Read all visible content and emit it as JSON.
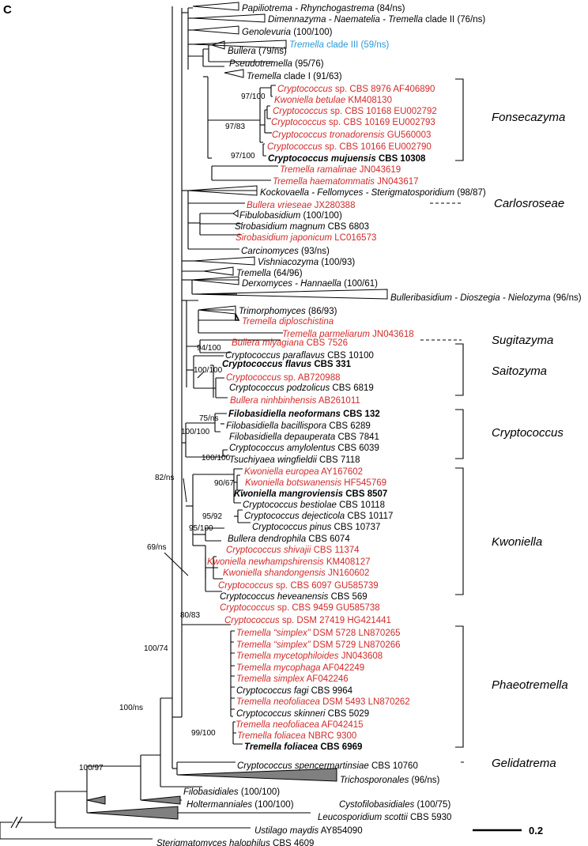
{
  "panel_label": "C",
  "scale_label": "0.2",
  "colors": {
    "red": "#d32a2a",
    "blue": "#2a9ad6",
    "black": "#000000",
    "collapsed_fill": "#808080"
  },
  "taxa": [
    {
      "key": "papiliotrema",
      "parts": [
        {
          "t": "Papiliotrema - Rhynchogastrema",
          "i": true
        },
        {
          "t": " (84/ns)"
        }
      ]
    },
    {
      "key": "dimennazyma",
      "parts": [
        {
          "t": "Dimennazyma - Naematelia - Tremella",
          "i": true
        },
        {
          "t": " clade II (76/ns)"
        }
      ]
    },
    {
      "key": "genolevuria",
      "parts": [
        {
          "t": "Genolevuria",
          "i": true
        },
        {
          "t": " (100/100)"
        }
      ]
    },
    {
      "key": "tremella3",
      "color": "blue",
      "parts": [
        {
          "t": "Tremella",
          "i": true
        },
        {
          "t": " clade III (59/ns)"
        }
      ]
    },
    {
      "key": "bullera",
      "parts": [
        {
          "t": "Bullera",
          "i": true
        },
        {
          "t": " (79/ns)"
        }
      ]
    },
    {
      "key": "pseudotremella",
      "parts": [
        {
          "t": "Pseudotremella",
          "i": true
        },
        {
          "t": " (95/76)"
        }
      ]
    },
    {
      "key": "tremella1",
      "parts": [
        {
          "t": "Tremella",
          "i": true
        },
        {
          "t": " clade I (91/63)"
        }
      ]
    },
    {
      "key": "cr8976",
      "color": "red",
      "parts": [
        {
          "t": "Cryptococcus",
          "i": true
        },
        {
          "t": " sp. CBS 8976 AF406890"
        }
      ]
    },
    {
      "key": "kwbetulae",
      "color": "red",
      "parts": [
        {
          "t": "Kwoniella betulae",
          "i": true
        },
        {
          "t": " KM408130"
        }
      ]
    },
    {
      "key": "cr10168",
      "color": "red",
      "parts": [
        {
          "t": "Cryptococcus",
          "i": true
        },
        {
          "t": " sp. CBS 10168 EU002792"
        }
      ]
    },
    {
      "key": "cr10169",
      "color": "red",
      "parts": [
        {
          "t": "Cryptococcus",
          "i": true
        },
        {
          "t": " sp. CBS 10169 EU002793"
        }
      ]
    },
    {
      "key": "crtronad",
      "color": "red",
      "parts": [
        {
          "t": "Cryptococcus tronadorensis",
          "i": true
        },
        {
          "t": " GU560003"
        }
      ]
    },
    {
      "key": "cr10166",
      "color": "red",
      "parts": [
        {
          "t": "Cryptococcus",
          "i": true
        },
        {
          "t": " sp. CBS 10166 EU002790"
        }
      ]
    },
    {
      "key": "crmujuensis",
      "bold": true,
      "parts": [
        {
          "t": "Cryptococcus mujuensis",
          "i": true
        },
        {
          "t": " CBS 10308"
        }
      ]
    },
    {
      "key": "trramalinae",
      "color": "red",
      "parts": [
        {
          "t": "Tremella ramalinae",
          "i": true
        },
        {
          "t": " JN043619"
        }
      ]
    },
    {
      "key": "trhaemat",
      "color": "red",
      "parts": [
        {
          "t": "Tremella haematommatis",
          "i": true
        },
        {
          "t": " JN043617"
        }
      ]
    },
    {
      "key": "kockovaella",
      "parts": [
        {
          "t": "Kockovaella - Fellomyces - Sterigmatosporidium",
          "i": true
        },
        {
          "t": " (98/87)"
        }
      ]
    },
    {
      "key": "buvrieseae",
      "color": "red",
      "parts": [
        {
          "t": "Bullera vrieseae",
          "i": true
        },
        {
          "t": " JX280388"
        }
      ]
    },
    {
      "key": "fibulobasidium",
      "parts": [
        {
          "t": "Fibulobasidium",
          "i": true
        },
        {
          "t": " (100/100)"
        }
      ]
    },
    {
      "key": "simagnum",
      "parts": [
        {
          "t": "Sirobasidium magnum",
          "i": true
        },
        {
          "t": " CBS 6803"
        }
      ]
    },
    {
      "key": "sijaponicum",
      "color": "red",
      "parts": [
        {
          "t": "Sirobasidium japonicum",
          "i": true
        },
        {
          "t": " LC016573"
        }
      ]
    },
    {
      "key": "carcinomyces",
      "parts": [
        {
          "t": "Carcinomyces",
          "i": true
        },
        {
          "t": " (93/ns)"
        }
      ]
    },
    {
      "key": "vishniacozyma",
      "parts": [
        {
          "t": "Vishniacozyma",
          "i": true
        },
        {
          "t": " (100/93)"
        }
      ]
    },
    {
      "key": "tremella",
      "parts": [
        {
          "t": "Tremella",
          "i": true
        },
        {
          "t": " (64/96)"
        }
      ]
    },
    {
      "key": "derxomyces",
      "parts": [
        {
          "t": "Derxomyces - Hannaella",
          "i": true
        },
        {
          "t": " (100/61)"
        }
      ]
    },
    {
      "key": "bulleribasidium",
      "parts": [
        {
          "t": "Bulleribasidium - Dioszegia - Nielozyma",
          "i": true
        },
        {
          "t": " (96/ns)"
        }
      ]
    },
    {
      "key": "trimorphomyces",
      "parts": [
        {
          "t": "Trimorphomyces",
          "i": true
        },
        {
          "t": " (86/93)"
        }
      ]
    },
    {
      "key": "trdiploschistina",
      "color": "red",
      "parts": [
        {
          "t": "Tremella diploschistina",
          "i": true
        }
      ]
    },
    {
      "key": "trparmeliarum",
      "color": "red",
      "parts": [
        {
          "t": "Tremella parmeliarum",
          "i": true
        },
        {
          "t": " JN043618"
        }
      ]
    },
    {
      "key": "bumiyagiana",
      "color": "red",
      "parts": [
        {
          "t": "Bullera miyagiana",
          "i": true
        },
        {
          "t": " CBS 7526"
        }
      ]
    },
    {
      "key": "crparaflavus",
      "parts": [
        {
          "t": "Cryptococcus paraflavus",
          "i": true
        },
        {
          "t": " CBS 10100"
        }
      ]
    },
    {
      "key": "crflavus",
      "bold": true,
      "parts": [
        {
          "t": "Cryptococcus flavus",
          "i": true
        },
        {
          "t": " CBS 331"
        }
      ]
    },
    {
      "key": "crAB720988",
      "color": "red",
      "parts": [
        {
          "t": "Cryptococcus",
          "i": true
        },
        {
          "t": " sp. AB720988"
        }
      ]
    },
    {
      "key": "crpodzolicus",
      "parts": [
        {
          "t": "Cryptococcus podzolicus",
          "i": true
        },
        {
          "t": " CBS 6819"
        }
      ]
    },
    {
      "key": "buninhbinhensis",
      "color": "red",
      "parts": [
        {
          "t": "Bullera ninhbinhensis",
          "i": true
        },
        {
          "t": " AB261011"
        }
      ]
    },
    {
      "key": "fineoformans",
      "bold": true,
      "parts": [
        {
          "t": "Filobasidiella neoformans",
          "i": true
        },
        {
          "t": " CBS 132"
        }
      ]
    },
    {
      "key": "fibacillispora",
      "parts": [
        {
          "t": "Filobasidiella bacillispora",
          "i": true
        },
        {
          "t": " CBS 6289"
        }
      ]
    },
    {
      "key": "fidepauperata",
      "parts": [
        {
          "t": "Filobasidiella depauperata",
          "i": true
        },
        {
          "t": " CBS 7841"
        }
      ]
    },
    {
      "key": "cramylolentus",
      "parts": [
        {
          "t": "Cryptococcus amylolentus",
          "i": true
        },
        {
          "t": " CBS 6039"
        }
      ]
    },
    {
      "key": "tswingfieldii",
      "parts": [
        {
          "t": "Tsuchiyaea wingfieldii",
          "i": true
        },
        {
          "t": " CBS 7118"
        }
      ]
    },
    {
      "key": "kweuropea",
      "color": "red",
      "parts": [
        {
          "t": "Kwoniella europea",
          "i": true
        },
        {
          "t": " AY167602"
        }
      ]
    },
    {
      "key": "kwbotswanensis",
      "color": "red",
      "parts": [
        {
          "t": "Kwoniella botswanensis",
          "i": true
        },
        {
          "t": " HF545769"
        }
      ]
    },
    {
      "key": "kwmangrov",
      "bold": true,
      "parts": [
        {
          "t": "Kwoniella mangroviensis",
          "i": true
        },
        {
          "t": " CBS 8507"
        }
      ]
    },
    {
      "key": "crbestiolae",
      "parts": [
        {
          "t": "Cryptococcus bestiolae",
          "i": true
        },
        {
          "t": " CBS 10118"
        }
      ]
    },
    {
      "key": "crdejecticola",
      "parts": [
        {
          "t": "Cryptococcus dejecticola",
          "i": true
        },
        {
          "t": " CBS 10117"
        }
      ]
    },
    {
      "key": "crpinus",
      "parts": [
        {
          "t": "Cryptococcus pinus",
          "i": true
        },
        {
          "t": " CBS 10737"
        }
      ]
    },
    {
      "key": "budendrophila",
      "parts": [
        {
          "t": "Bullera dendrophila",
          "i": true
        },
        {
          "t": " CBS 6074"
        }
      ]
    },
    {
      "key": "crshivajii",
      "color": "red",
      "parts": [
        {
          "t": "Cryptococcus shivajii",
          "i": true
        },
        {
          "t": " CBS 11374"
        }
      ]
    },
    {
      "key": "kwnewhamp",
      "color": "red",
      "parts": [
        {
          "t": "Kwoniella newhampshirensis",
          "i": true
        },
        {
          "t": " KM408127"
        }
      ]
    },
    {
      "key": "kwshandong",
      "color": "red",
      "parts": [
        {
          "t": "Kwoniella shandongensis",
          "i": true
        },
        {
          "t": " JN160602"
        }
      ]
    },
    {
      "key": "cr6097",
      "color": "red",
      "parts": [
        {
          "t": "Cryptococcus",
          "i": true
        },
        {
          "t": " sp. CBS 6097 GU585739"
        }
      ]
    },
    {
      "key": "crheveanensis",
      "parts": [
        {
          "t": "Cryptococcus heveanensis",
          "i": true
        },
        {
          "t": " CBS 569"
        }
      ]
    },
    {
      "key": "cr9459",
      "color": "red",
      "parts": [
        {
          "t": "Cryptococcus",
          "i": true
        },
        {
          "t": " sp. CBS 9459 GU585738"
        }
      ]
    },
    {
      "key": "crdsm27419",
      "color": "red",
      "parts": [
        {
          "t": "Cryptococcus",
          "i": true
        },
        {
          "t": " sp. DSM 27419 HG421441"
        }
      ]
    },
    {
      "key": "trsimplex5728",
      "color": "red",
      "parts": [
        {
          "t": "Tremella “simplex”",
          "i": true
        },
        {
          "t": " DSM 5728 LN870265"
        }
      ]
    },
    {
      "key": "trsimplex5729",
      "color": "red",
      "parts": [
        {
          "t": "Tremella “simplex”",
          "i": true
        },
        {
          "t": " DSM 5729 LN870266"
        }
      ]
    },
    {
      "key": "trmycetophil",
      "color": "red",
      "parts": [
        {
          "t": "Tremella mycetophiloides",
          "i": true
        },
        {
          "t": " JN043608"
        }
      ]
    },
    {
      "key": "trmycophaga",
      "color": "red",
      "parts": [
        {
          "t": "Tremella mycophaga",
          "i": true
        },
        {
          "t": " AF042249"
        }
      ]
    },
    {
      "key": "trsimplex",
      "color": "red",
      "parts": [
        {
          "t": "Tremella simplex",
          "i": true
        },
        {
          "t": " AF042246"
        }
      ]
    },
    {
      "key": "crfagi",
      "parts": [
        {
          "t": "Cryptococcus fagi",
          "i": true
        },
        {
          "t": " CBS 9964"
        }
      ]
    },
    {
      "key": "trneofoldsm",
      "color": "red",
      "parts": [
        {
          "t": "Tremella neofoliacea",
          "i": true
        },
        {
          "t": " DSM 5493 LN870262"
        }
      ]
    },
    {
      "key": "crskinneri",
      "parts": [
        {
          "t": "Cryptococcus skinneri",
          "i": true
        },
        {
          "t": " CBS 5029"
        }
      ]
    },
    {
      "key": "trneofolaf",
      "color": "red",
      "parts": [
        {
          "t": "Tremella neofoliacea",
          "i": true
        },
        {
          "t": " AF042415"
        }
      ]
    },
    {
      "key": "trfoliaceanbrc",
      "color": "red",
      "parts": [
        {
          "t": "Tremella foliacea",
          "i": true
        },
        {
          "t": " NBRC 9300"
        }
      ]
    },
    {
      "key": "trfoliaceacbs",
      "bold": true,
      "parts": [
        {
          "t": "Tremella foliacea",
          "i": true
        },
        {
          "t": " CBS 6969"
        }
      ]
    },
    {
      "key": "crspencer",
      "parts": [
        {
          "t": "Cryptococcus spencermartinsiae",
          "i": true
        },
        {
          "t": " CBS 10760"
        }
      ]
    },
    {
      "key": "trichosporonales",
      "parts": [
        {
          "t": "Trichosporonales",
          "i": true
        },
        {
          "t": " (96/ns)"
        }
      ]
    },
    {
      "key": "holtermanniales",
      "parts": [
        {
          "t": "Holtermanniales",
          "i": true
        },
        {
          "t": " (100/100)"
        }
      ]
    },
    {
      "key": "filobasidiales",
      "parts": [
        {
          "t": "Filobasidiales",
          "i": true
        },
        {
          "t": " (100/100)"
        }
      ]
    },
    {
      "key": "cystofilobasidiales",
      "parts": [
        {
          "t": "Cystofilobasidiales",
          "i": true
        },
        {
          "t": " (100/75)"
        }
      ]
    },
    {
      "key": "leucosporidium",
      "parts": [
        {
          "t": "Leucosporidium scottii",
          "i": true
        },
        {
          "t": " CBS 5930"
        }
      ]
    },
    {
      "key": "ustilago",
      "parts": [
        {
          "t": "Ustilago maydis",
          "i": true
        },
        {
          "t": " AY854090"
        }
      ]
    },
    {
      "key": "sterigmatomyces",
      "parts": [
        {
          "t": "Sterigmatomyces halophilus",
          "i": true
        },
        {
          "t": " CBS 4609"
        }
      ]
    }
  ],
  "supports": [
    {
      "key": "s_97_100a",
      "text": "97/100"
    },
    {
      "key": "s_97_83",
      "text": "97/83"
    },
    {
      "key": "s_97_100b",
      "text": "97/100"
    },
    {
      "key": "s_94_100",
      "text": "94/100"
    },
    {
      "key": "s_100_100a",
      "text": "100/100"
    },
    {
      "key": "s_75_ns",
      "text": "75/ns"
    },
    {
      "key": "s_100_100b",
      "text": "100/100"
    },
    {
      "key": "s_100_100c",
      "text": "100/100"
    },
    {
      "key": "s_82_ns",
      "text": "82/ns"
    },
    {
      "key": "s_90_67",
      "text": "90/67"
    },
    {
      "key": "s_95_92",
      "text": "95/92"
    },
    {
      "key": "s_95_100",
      "text": "95/100"
    },
    {
      "key": "s_69_ns",
      "text": "69/ns"
    },
    {
      "key": "s_80_83",
      "text": "80/83"
    },
    {
      "key": "s_100_74",
      "text": "100/74"
    },
    {
      "key": "s_100_ns",
      "text": "100/ns"
    },
    {
      "key": "s_99_100",
      "text": "99/100"
    },
    {
      "key": "s_100_97",
      "text": "100/97"
    }
  ],
  "clades": [
    {
      "key": "fonsecazyma",
      "text": "Fonsecazyma"
    },
    {
      "key": "carlosroseae",
      "text": "Carlosroseae"
    },
    {
      "key": "sugitazyma",
      "text": "Sugitazyma"
    },
    {
      "key": "saitozyma",
      "text": "Saitozyma"
    },
    {
      "key": "cryptococcus",
      "text": "Cryptococcus"
    },
    {
      "key": "kwoniella",
      "text": "Kwoniella"
    },
    {
      "key": "phaeotremella",
      "text": "Phaeotremella"
    },
    {
      "key": "gelidatrema",
      "text": "Gelidatrema"
    }
  ]
}
